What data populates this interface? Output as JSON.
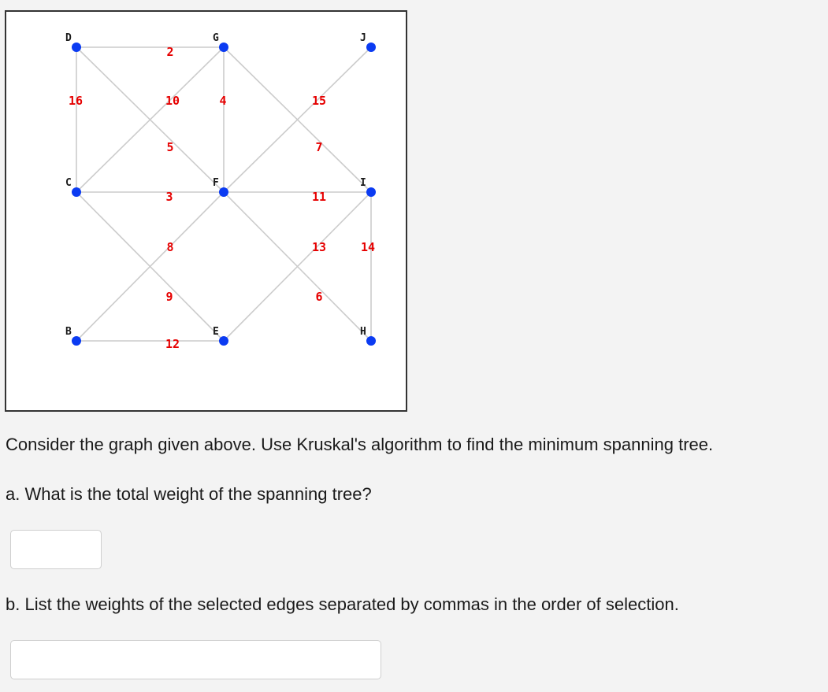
{
  "graph": {
    "nodes": [
      {
        "id": "D",
        "label": "D"
      },
      {
        "id": "G",
        "label": "G"
      },
      {
        "id": "J",
        "label": "J"
      },
      {
        "id": "C",
        "label": "C"
      },
      {
        "id": "F",
        "label": "F"
      },
      {
        "id": "I",
        "label": "I"
      },
      {
        "id": "B",
        "label": "B"
      },
      {
        "id": "E",
        "label": "E"
      },
      {
        "id": "H",
        "label": "H"
      }
    ],
    "edges": [
      {
        "from": "D",
        "to": "G",
        "weight": "2"
      },
      {
        "from": "D",
        "to": "C",
        "weight": "16"
      },
      {
        "from": "D",
        "to": "F",
        "weight": "5"
      },
      {
        "from": "G",
        "to": "C",
        "weight": "10"
      },
      {
        "from": "G",
        "to": "F",
        "weight": "4"
      },
      {
        "from": "G",
        "to": "I",
        "weight": "7"
      },
      {
        "from": "J",
        "to": "F",
        "weight": "15"
      },
      {
        "from": "C",
        "to": "F",
        "weight": "3"
      },
      {
        "from": "C",
        "to": "E",
        "weight": "9"
      },
      {
        "from": "F",
        "to": "I",
        "weight": "11"
      },
      {
        "from": "F",
        "to": "B",
        "weight": "8"
      },
      {
        "from": "F",
        "to": "H",
        "weight": "6"
      },
      {
        "from": "I",
        "to": "E",
        "weight": "13"
      },
      {
        "from": "I",
        "to": "H",
        "weight": "14"
      },
      {
        "from": "B",
        "to": "E",
        "weight": "12"
      }
    ]
  },
  "colors": {
    "node": "#0b3bf2",
    "edge": "#cccccc",
    "weight_text": "#e60000",
    "node_text": "#1a1a1a"
  },
  "questions": {
    "intro": "Consider the graph given above. Use Kruskal's algorithm to find the minimum spanning tree.",
    "a": "a. What is the total weight of the spanning tree?",
    "b": "b. List the weights of the selected edges separated by commas in the order of selection."
  },
  "answers": {
    "total_weight": "",
    "edge_weights": ""
  }
}
